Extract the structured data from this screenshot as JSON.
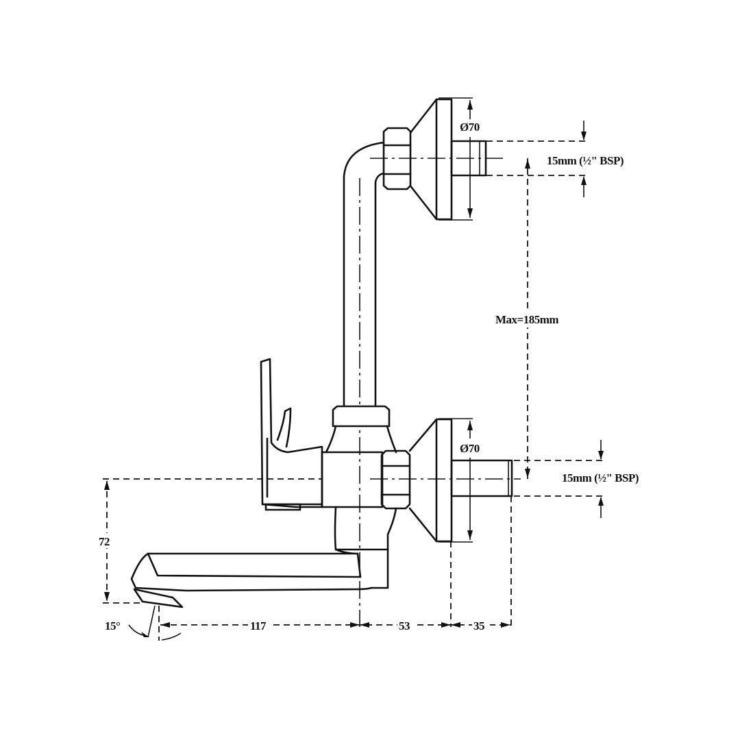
{
  "diagram": {
    "labels": {
      "top_diameter": "Ø70",
      "top_thread": "15mm (½\" BSP)",
      "center_distance": "Max=185mm",
      "bottom_diameter": "Ø70",
      "bottom_thread": "15mm (½\" BSP)",
      "spout_height": "72",
      "spout_angle": "15°",
      "spout_length": "117",
      "body_depth": "53",
      "flange_depth": "35"
    },
    "colors": {
      "ink": "#111111",
      "background": "#ffffff"
    }
  }
}
